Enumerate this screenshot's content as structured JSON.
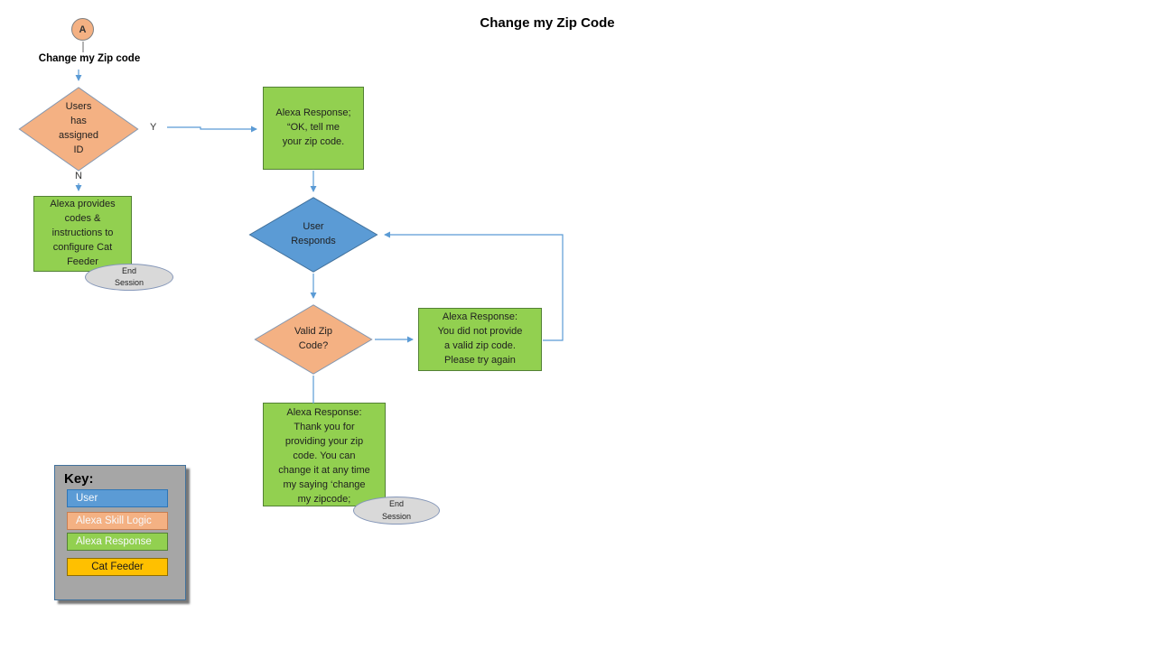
{
  "title": "Change my Zip Code",
  "colors": {
    "user_blue": "#5B9BD5",
    "alexa_skill_logic_orange": "#F4B183",
    "alexa_response_green": "#92D050",
    "cat_feeder_gold": "#FFC000",
    "connector_blue": "#5B9BD5",
    "end_session_gray": "#D9D9D9",
    "key_background_gray": "#A6A6A6"
  },
  "flow": {
    "start_label": "A",
    "start_caption": "Change my Zip code",
    "decision_assigned_id": "Users\nhas\nassigned\nID",
    "branch_yes": "Y",
    "branch_no": "N",
    "response_ok": "Alexa Response;\n“OK, tell me\nyour zip code.",
    "provide_codes": "Alexa provides\ncodes &\ninstructions to\nconfigure Cat\nFeeder",
    "end_session_left": "End\nSession",
    "decision_user_responds": "User\nResponds",
    "decision_valid_zip": "Valid Zip\nCode?",
    "response_invalid": "Alexa Response:\nYou did not provide\na valid zip code.\nPlease try again",
    "response_thanks": "Alexa Response:\nThank you for\nproviding your zip\ncode. You can\nchange it at any time\nmy saying ‘change\nmy zipcode;",
    "end_session_bottom": "End\nSession"
  },
  "key": {
    "heading": "Key:",
    "items": [
      {
        "label": "User",
        "color": "#5B9BD5"
      },
      {
        "label": "Alexa Skill Logic",
        "color": "#F4B183"
      },
      {
        "label": "Alexa Response",
        "color": "#92D050"
      },
      {
        "label": "Cat Feeder",
        "color": "#FFC000"
      }
    ]
  }
}
